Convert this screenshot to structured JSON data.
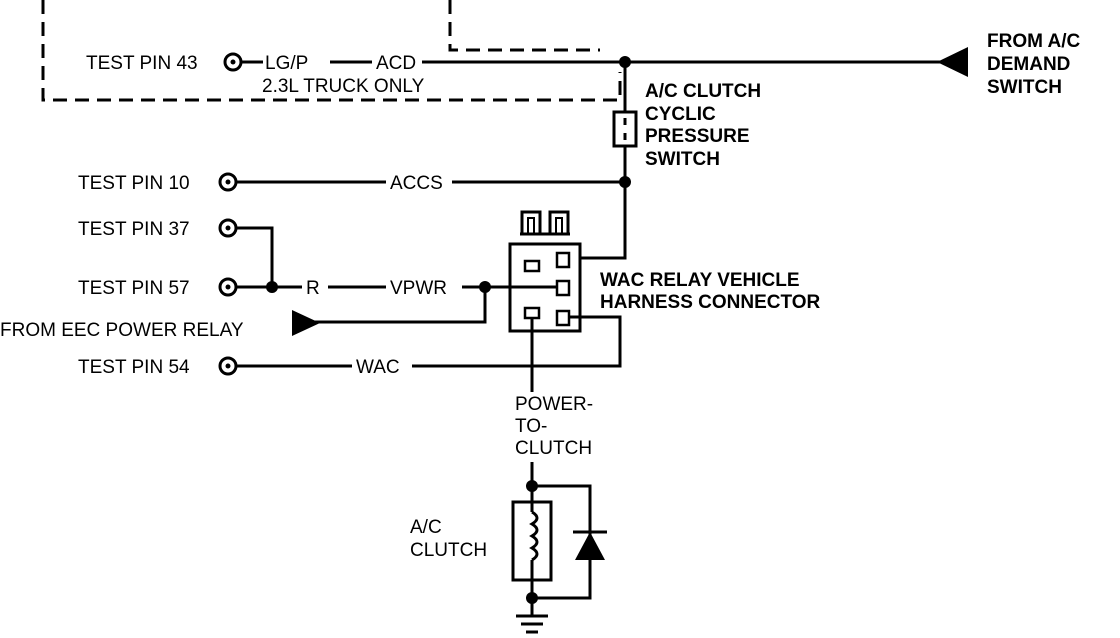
{
  "pins": {
    "p43": "TEST PIN 43",
    "p10": "TEST PIN 10",
    "p37": "TEST PIN 37",
    "p57": "TEST PIN 57",
    "p54": "TEST PIN 54"
  },
  "wires": {
    "lgp": "LG/P",
    "acd": "ACD",
    "accs": "ACCS",
    "r": "R",
    "vpwr": "VPWR",
    "wac": "WAC"
  },
  "notes": {
    "truck_only": "2.3L TRUCK ONLY"
  },
  "components": {
    "demand_switch": [
      "FROM A/C",
      "DEMAND",
      "SWITCH"
    ],
    "cyclic_switch": [
      "A/C CLUTCH",
      "CYCLIC",
      "PRESSURE",
      "SWITCH"
    ],
    "wac_relay": [
      "WAC RELAY VEHICLE",
      "HARNESS CONNECTOR"
    ],
    "eec_relay": "FROM EEC POWER RELAY",
    "power_to_clutch": [
      "POWER-",
      "TO-",
      "CLUTCH"
    ],
    "ac_clutch": [
      "A/C",
      "CLUTCH"
    ]
  }
}
